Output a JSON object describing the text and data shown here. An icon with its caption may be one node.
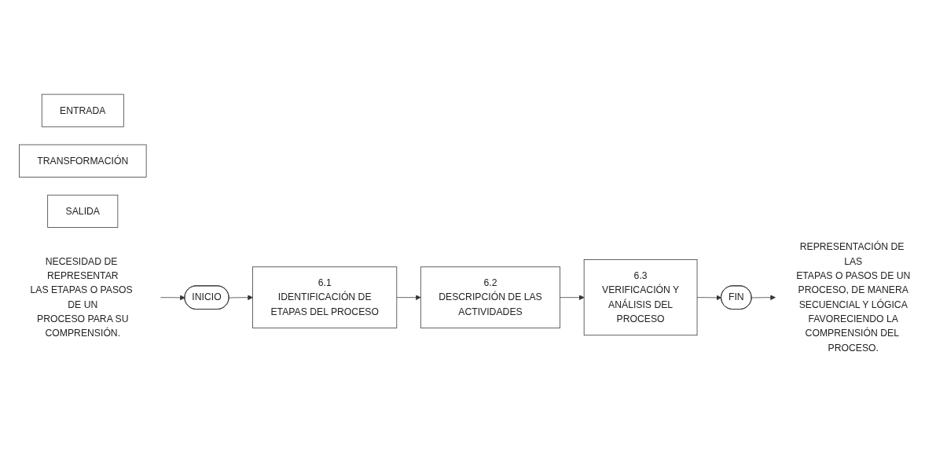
{
  "diagram": {
    "nodes": [
      {
        "text": [
          "ENTRADA"
        ]
      },
      {
        "text": [
          "TRANSFORMACIÓN"
        ]
      },
      {
        "text": [
          "SALIDA"
        ]
      },
      {
        "text": [
          "NECESIDAD DE REPRESENTAR LAS ETAPAS O PASOS DE UN PROCESO PARA SU COMPRENSIÓN."
        ]
      },
      {
        "text": [
          "INICIO"
        ]
      },
      {
        "text": [
          "6.1",
          "IDENTIFICACIÓN DE ETAPAS DEL PROCESO"
        ]
      },
      {
        "text": [
          "6.2",
          "DESCRIPCIÓN DE LAS ACTIVIDADES"
        ]
      },
      {
        "text": [
          "6.3",
          "VERIFICACIÓN Y ANÁLISIS DEL PROCESO"
        ]
      },
      {
        "text": [
          "FIN"
        ]
      },
      {
        "text": [
          "REPRESENTACIÓN DE LAS ETAPAS O PASOS DE UN PROCESO, DE MANERA SECUENCIAL Y LÓGICA FAVORECIENDO LA COMPRENSIÓN DEL PROCESO."
        ]
      }
    ],
    "edges": [
      {
        "from": 3,
        "to": 4,
        "arrow": "to"
      },
      {
        "from": 4,
        "to": 5,
        "arrow": "to"
      },
      {
        "from": 5,
        "to": 6,
        "arrow": "to"
      },
      {
        "from": 6,
        "to": 7,
        "arrow": "to"
      },
      {
        "from": 7,
        "to": 8,
        "arrow": "to"
      },
      {
        "from": 8,
        "to": 9,
        "arrow": "to"
      }
    ]
  }
}
